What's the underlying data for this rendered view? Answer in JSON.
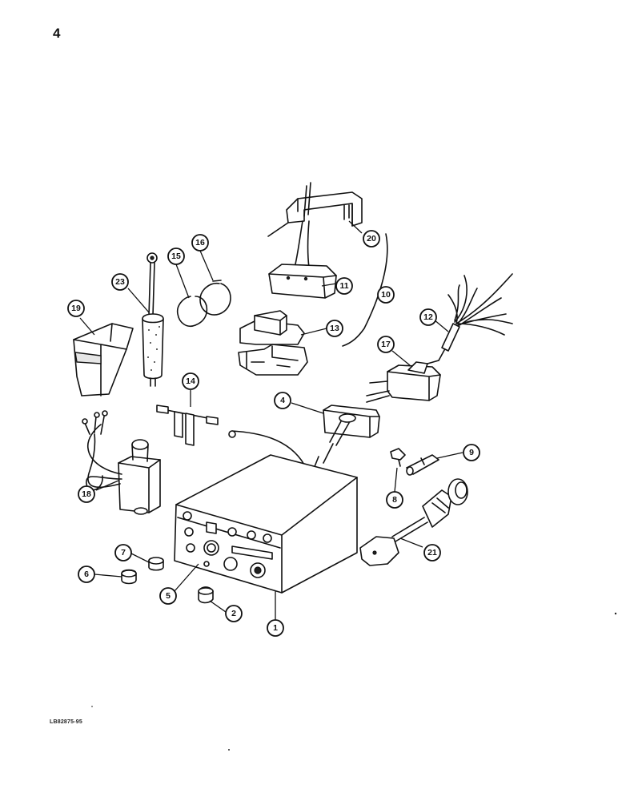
{
  "page": {
    "number": "4",
    "figure_code": "LB82875-95"
  },
  "callouts": [
    {
      "id": "1",
      "label": "1"
    },
    {
      "id": "2",
      "label": "2"
    },
    {
      "id": "4",
      "label": "4"
    },
    {
      "id": "5",
      "label": "5"
    },
    {
      "id": "6",
      "label": "6"
    },
    {
      "id": "7",
      "label": "7"
    },
    {
      "id": "8",
      "label": "8"
    },
    {
      "id": "9",
      "label": "9"
    },
    {
      "id": "10",
      "label": "10"
    },
    {
      "id": "11",
      "label": "11"
    },
    {
      "id": "12",
      "label": "12"
    },
    {
      "id": "13",
      "label": "13"
    },
    {
      "id": "14",
      "label": "14"
    },
    {
      "id": "15",
      "label": "15"
    },
    {
      "id": "16",
      "label": "16"
    },
    {
      "id": "17",
      "label": "17"
    },
    {
      "id": "18",
      "label": "18"
    },
    {
      "id": "19",
      "label": "19"
    },
    {
      "id": "20",
      "label": "20"
    },
    {
      "id": "21",
      "label": "21"
    },
    {
      "id": "23",
      "label": "23"
    }
  ]
}
